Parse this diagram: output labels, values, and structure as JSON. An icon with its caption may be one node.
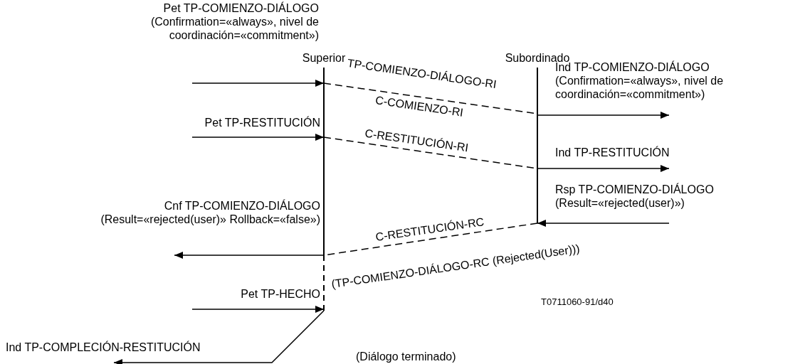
{
  "diagram": {
    "nodes": [
      {
        "text": [
          "Superior"
        ]
      },
      {
        "text": [
          "Subordinado"
        ]
      }
    ],
    "edges": [
      {
        "from": null,
        "to": 0,
        "arrow": "to",
        "label": "Pet TP-COMIENZO-DIÁLOGO (Confirmation=«always», nivel de coordinación=«commitment»)"
      },
      {
        "from": 0,
        "to": 1,
        "arrow": "none",
        "style": "dashed",
        "label": "TP-COMIENZO-DIÁLOGO-RI"
      },
      {
        "from": 1,
        "to": null,
        "arrow": "to",
        "label": "Ind TP-COMIENZO-DIÁLOGO (Confirmation=«always», nivel de coordinación=«commitment»)"
      },
      {
        "from": null,
        "to": 0,
        "arrow": "to",
        "label": "Pet TP-RESTITUCIÓN"
      },
      {
        "from": 0,
        "to": 1,
        "arrow": "none",
        "style": "dashed",
        "label": "C-RESTITUCIÓN-RI"
      },
      {
        "from": 1,
        "to": null,
        "arrow": "to",
        "label": "Ind TP-RESTITUCIÓN"
      },
      {
        "from": null,
        "to": 1,
        "arrow": "to",
        "label": "Rsp TP-COMIENZO-DIÁLOGO (Result=«rejected(user)»)"
      },
      {
        "from": 1,
        "to": 0,
        "arrow": "none",
        "style": "dashed",
        "label": "C-RESTITUCIÓN-RC"
      },
      {
        "from": 0,
        "to": null,
        "arrow": "to",
        "label": "Cnf TP-COMIENZO-DIÁLOGO (Result=«rejected(user)» Rollback=«false»)"
      },
      {
        "from": null,
        "to": 0,
        "arrow": "to",
        "label": "Pet TP-HECHO"
      },
      {
        "from": 0,
        "to": null,
        "arrow": "to",
        "label": "Ind TP-COMPLECIÓN-RESTITUCIÓN"
      }
    ],
    "labels": [
      "C-COMIENZO-RI",
      "(TP-COMIENZO-DIÁLOGO-RC (Rejected(User)))",
      "T0711060-91/d40",
      "(Diálogo terminado)"
    ]
  }
}
